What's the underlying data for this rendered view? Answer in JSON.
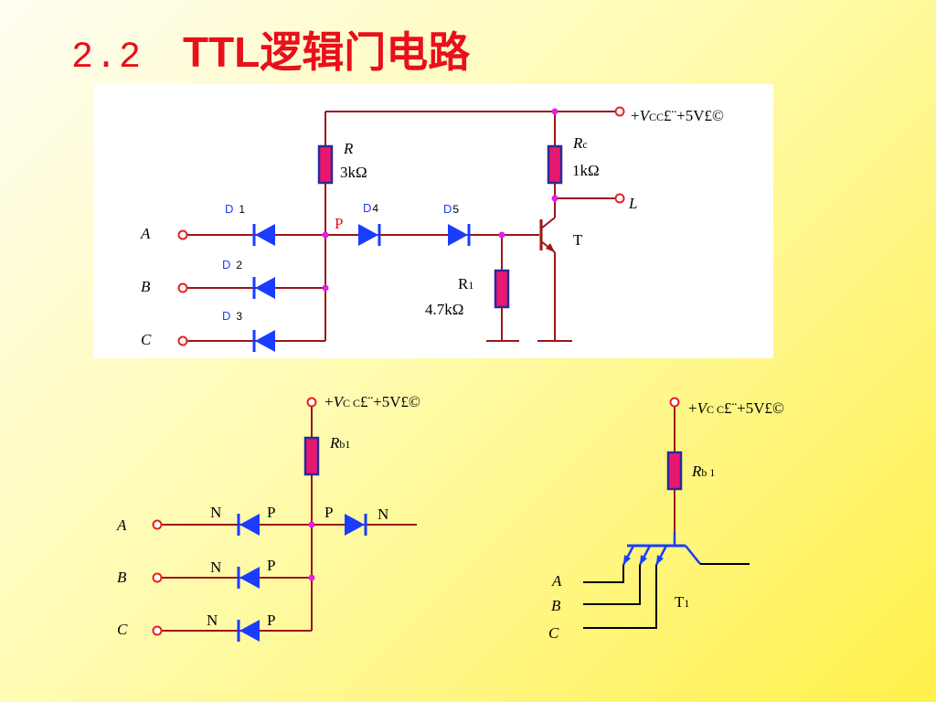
{
  "title": {
    "number": "2.2",
    "text": "TTL逻辑门电路"
  },
  "top_circuit": {
    "vcc_prefix": "+",
    "vcc_v": "V",
    "vcc_sub": "CC",
    "vcc_suffix": "£¨+5V£©",
    "r_label": "R",
    "r_value": "3kΩ",
    "rc_label": "R",
    "rc_sub": "c",
    "rc_value": "1kΩ",
    "out_label": "L",
    "transistor_label": "T",
    "node_p": "P",
    "diodes": [
      {
        "letter": "D",
        "num": "1"
      },
      {
        "letter": "D",
        "num": "2"
      },
      {
        "letter": "D",
        "num": "3"
      },
      {
        "letter": "D",
        "num": "4"
      },
      {
        "letter": "D",
        "num": "5"
      }
    ],
    "r1_label": "R",
    "r1_sub": "1",
    "r1_value": "4.7kΩ",
    "inputs": [
      "A",
      "B",
      "C"
    ]
  },
  "bottom_left": {
    "vcc_prefix": "+",
    "vcc_v": "V",
    "vcc_sub": "C C",
    "vcc_suffix": "£¨+5V£©",
    "rb_label": "R",
    "rb_sub": "b1",
    "inputs": [
      "A",
      "B",
      "C"
    ],
    "junction_n": "N",
    "junction_p": "P",
    "out_p": "P",
    "out_n": "N"
  },
  "bottom_right": {
    "vcc_prefix": "+",
    "vcc_v": "V",
    "vcc_sub": "C C",
    "vcc_suffix": "£¨+5V£©",
    "rb_label": "R",
    "rb_sub": "b 1",
    "inputs": [
      "A",
      "B",
      "C"
    ],
    "transistor_label": "T",
    "transistor_sub": "1"
  },
  "colors": {
    "wire": "#9b1616",
    "resistor_fill": "#e8186e",
    "resistor_stroke": "#2a2a9a",
    "diode": "#1a3cff",
    "junction": "#e61ee6",
    "title": "#e8101a"
  }
}
